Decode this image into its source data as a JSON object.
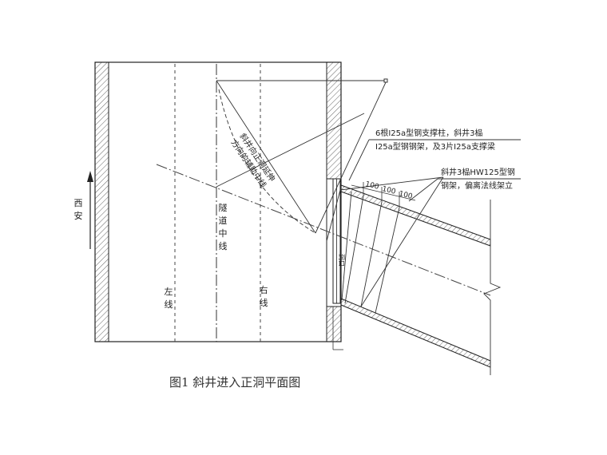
{
  "labels": {
    "west": "西安",
    "tunnel_center_1": "隧",
    "tunnel_center_2": "道",
    "tunnel_center_3": "中",
    "tunnel_center_4": "线",
    "left_line_1": "左",
    "left_line_2": "线",
    "right_line_1": "右",
    "right_line_2": "线",
    "shaft_dir_line_1": "斜井向正洞延伸",
    "shaft_dir_line_2": "方向的辅助中线",
    "note1_line1": "6根I25a型钢支撑柱，斜井3榀",
    "note1_line2": "I25a型钢钢架，及3片I25a支撑梁",
    "note2_line1": "斜井3榀HW125型钢",
    "note2_line2": "钢架，偏离法线架立",
    "dim_1": "100",
    "dim_2": "100",
    "dim_3": "100",
    "portal_mark": "洞口"
  },
  "caption": "图1  斜井进入正洞平面图"
}
